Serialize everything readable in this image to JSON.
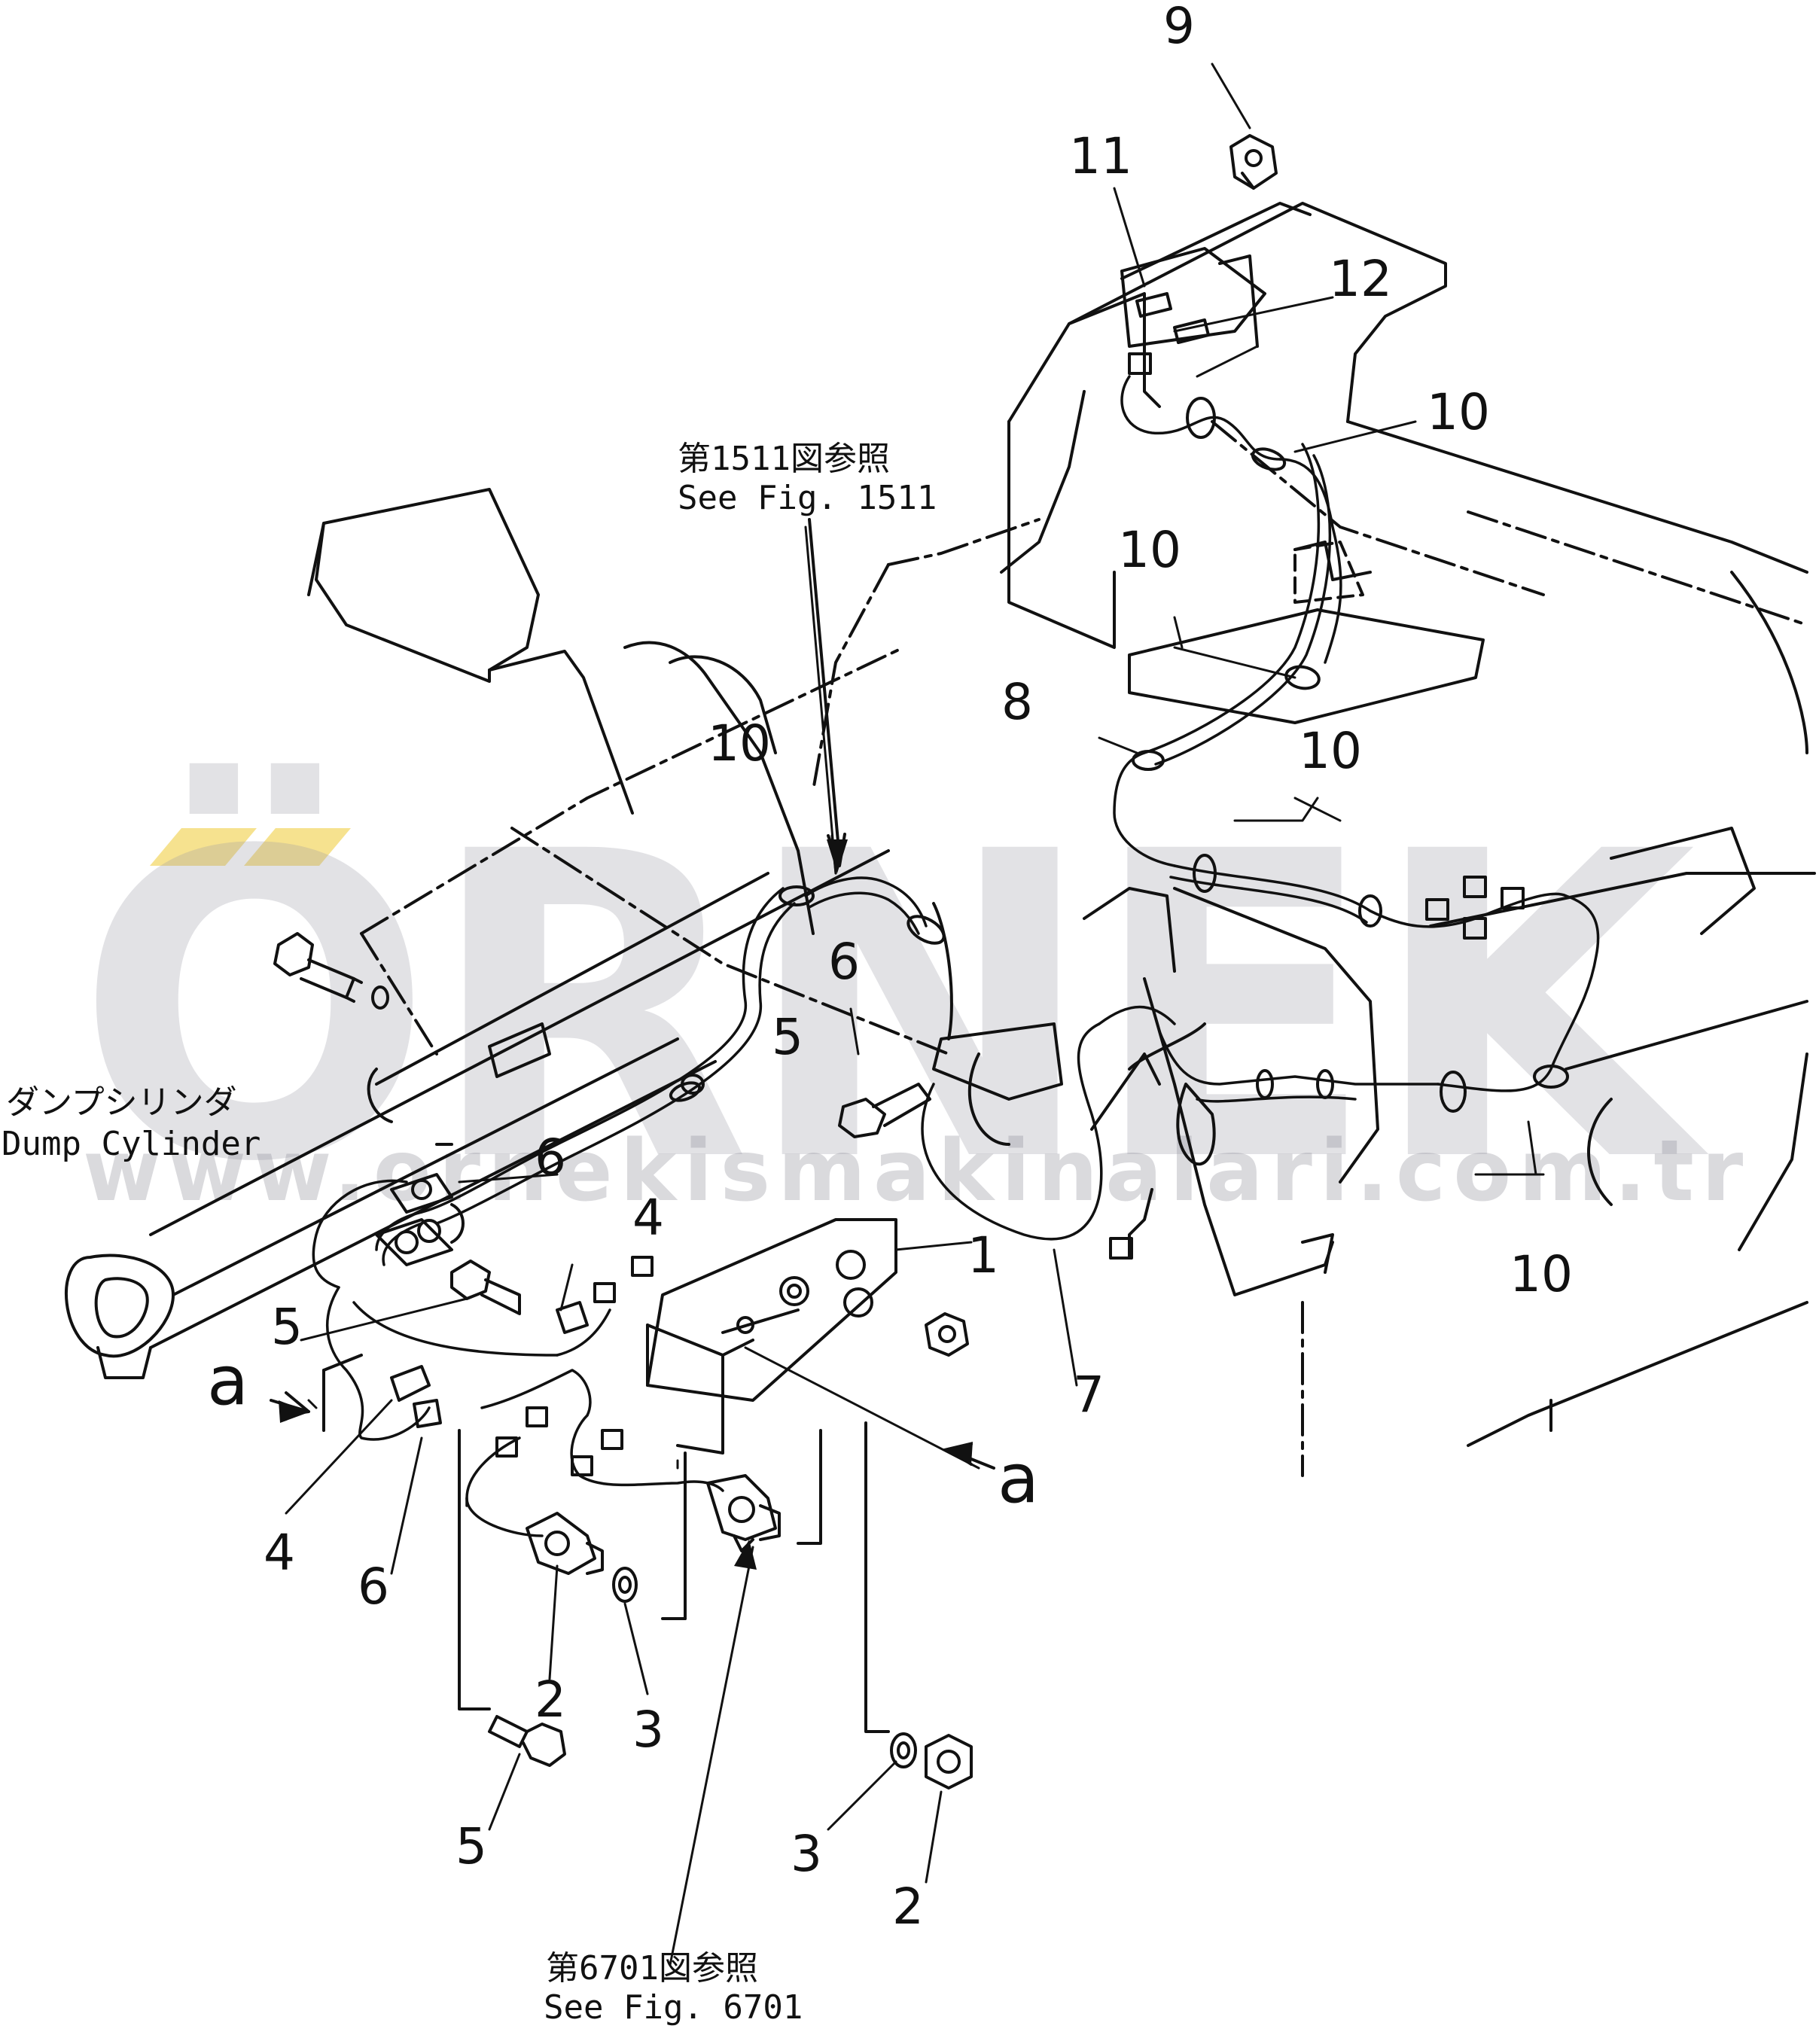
{
  "watermark": {
    "brand": "ÖRNEK",
    "url": "www.ornekismakinalari.com.tr",
    "accent_color": "#f3d86a"
  },
  "notes": {
    "ref_top_jp": "第1511図参照",
    "ref_top_en": "See  Fig. 1511",
    "dump_cyl_jp": "ダンプシリンダ",
    "dump_cyl_en": "Dump  Cylinder",
    "ref_bottom_jp": "第6701図参照",
    "ref_bottom_en": "See  Fig. 6701"
  },
  "callouts": {
    "c9": "9",
    "c11": "11",
    "c12": "12",
    "c10_a": "10",
    "c10_b": "10",
    "c10_c": "10",
    "c10_d": "10",
    "c10_e": "10",
    "c8": "8",
    "c6_a": "6",
    "c5_a": "5",
    "c6_b": "6",
    "c4_a": "4",
    "c1": "1",
    "c5_b": "5",
    "a_left": "a",
    "a_right": "a",
    "c7": "7",
    "c4_b": "4",
    "c6_c": "6",
    "c2_a": "2",
    "c3_a": "3",
    "c5_c": "5",
    "c3_b": "3",
    "c2_b": "2"
  }
}
